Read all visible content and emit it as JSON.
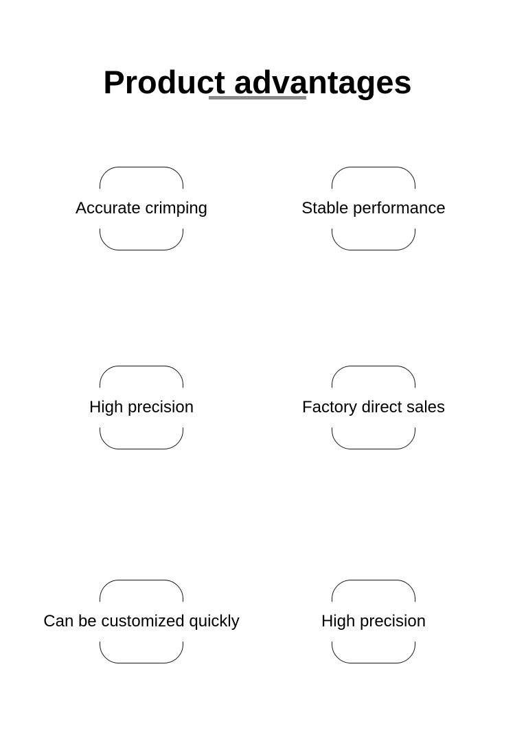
{
  "page": {
    "title": "Product advantages",
    "background_color": "#ffffff",
    "title_color": "#000000",
    "divider_color": "#8a8a8a",
    "card_border_color": "#161616",
    "label_color": "#000000"
  },
  "features": [
    {
      "label": "Accurate crimping"
    },
    {
      "label": "Stable performance"
    },
    {
      "label": "High precision"
    },
    {
      "label": "Factory direct sales"
    },
    {
      "label": "Can be customized quickly"
    },
    {
      "label": "High precision"
    }
  ]
}
